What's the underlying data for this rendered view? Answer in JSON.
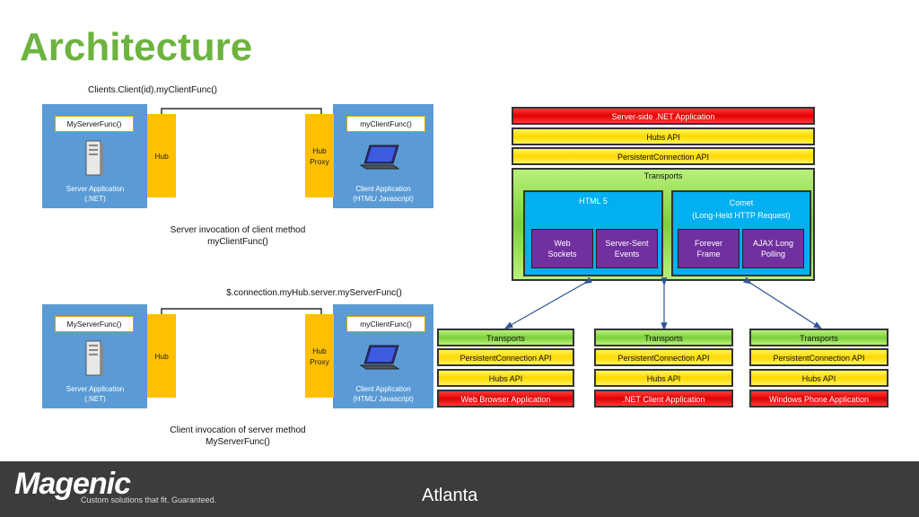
{
  "title": "Architecture",
  "top_diagram": {
    "call": "Clients.Client(id).myClientFunc()",
    "server_func": "MyServerFunc()",
    "hub": "Hub",
    "hub_proxy": "Hub\nProxy",
    "client_func": "myClientFunc()",
    "server_app": "Server Application\n(.NET)",
    "client_app": "Client Application\n(HTML/ Javascript)",
    "caption": "Server invocation of client method\nmyClientFunc()"
  },
  "bottom_diagram": {
    "call": "$.connection.myHub.server.myServerFunc()",
    "server_func": "MyServerFunc()",
    "hub": "Hub",
    "hub_proxy": "Hub\nProxy",
    "client_func": "myClientFunc()",
    "server_app": "Server Application\n(.NET)",
    "client_app": "Client Application\n(HTML/ Javascript)",
    "caption": "Client invocation of server method\nMyServerFunc()"
  },
  "server_stack": {
    "app": "Server-side .NET Application",
    "hubs": "Hubs API",
    "persistent": "PersistentConnection API",
    "transports": "Transports",
    "html5": "HTML 5",
    "comet": "Comet\n(Long-Held HTTP Request)",
    "websockets": "Web\nSockets",
    "sse": "Server-Sent\nEvents",
    "forever": "Forever\nFrame",
    "ajax": "AJAX Long\nPolling"
  },
  "clients": [
    {
      "transports": "Transports",
      "persistent": "PersistentConnection API",
      "hubs": "Hubs API",
      "app": "Web Browser Application"
    },
    {
      "transports": "Transports",
      "persistent": "PersistentConnection API",
      "hubs": "Hubs API",
      "app": ".NET Client Application"
    },
    {
      "transports": "Transports",
      "persistent": "PersistentConnection API",
      "hubs": "Hubs API",
      "app": "Windows Phone Application"
    }
  ],
  "footer": {
    "logo": "Magenic",
    "tagline": "Custom solutions that fit. Guaranteed.",
    "city": "Atlanta"
  }
}
